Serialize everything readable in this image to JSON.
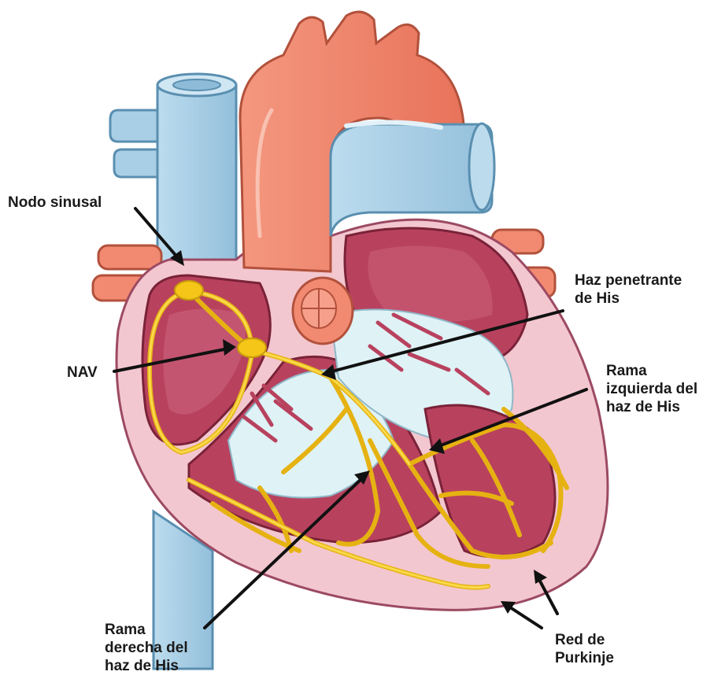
{
  "colors": {
    "vein_blue": "#a9cfe6",
    "vein_outline": "#5a8fb0",
    "aorta_orange": "#f28a72",
    "myocardium_pink": "#f3c7cf",
    "chamber_wall": "#b8425e",
    "chamber_interior": "#dff2f6",
    "conduction_yellow": "#f5c518",
    "arrow_black": "#111111"
  },
  "labels": {
    "nodo_sinusal": "Nodo sinusal",
    "nav": "NAV",
    "haz_penetrante": [
      "Haz penetrante",
      "de His"
    ],
    "rama_izquierda": [
      "Rama",
      "izquierda del",
      "haz de His"
    ],
    "rama_derecha": [
      "Rama",
      "derecha del",
      "haz de His"
    ],
    "red_purkinje": [
      "Red de",
      "Purkinje"
    ]
  }
}
